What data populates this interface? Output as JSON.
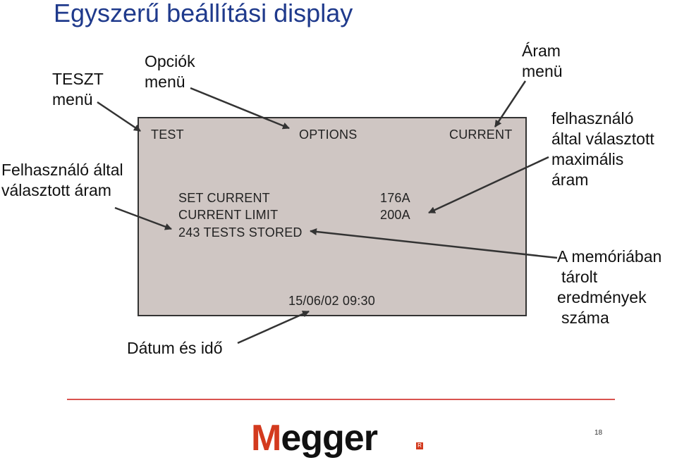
{
  "title": "Egyszerű beállítási display",
  "labels": {
    "teszt_menu": [
      "TESZT",
      "menü"
    ],
    "opciok_menu": [
      "Opciók",
      "menü"
    ],
    "aram_menu": [
      "Áram",
      "menü"
    ],
    "felhasznalo_aram": [
      "Felhasználó által",
      "választott áram"
    ],
    "max_aram": [
      "felhasználó",
      "által választott",
      "maximális",
      "áram"
    ],
    "memoria": [
      "A memóriában",
      "tárolt",
      "eredmények",
      "száma"
    ],
    "datum": "Dátum és idő"
  },
  "screen": {
    "test": "TEST",
    "options": "OPTIONS",
    "current": "CURRENT",
    "set_current": "SET CURRENT",
    "current_limit": "CURRENT LIMIT",
    "tests_stored": "243 TESTS STORED",
    "set_value": "176A",
    "limit_value": "200A",
    "datetime": "15/06/02 09:30"
  },
  "footer": {
    "logo_m": "M",
    "logo_rest": "egger",
    "reg": "R",
    "page": "18"
  },
  "colors": {
    "title": "#1f3a8c",
    "screen": "#cfc6c3",
    "rule": "#d9534f",
    "brand": "#d33a1e"
  }
}
